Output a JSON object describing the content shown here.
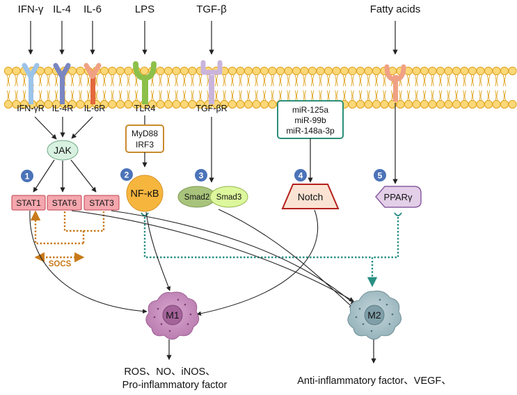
{
  "ligands": [
    "IFN-γ",
    "IL-4",
    "IL-6",
    "LPS",
    "TGF-β",
    "Fatty acids"
  ],
  "receptors": {
    "ifngr": "IFN-γR",
    "il4r": "IL-4R",
    "il6r": "IL-6R",
    "tlr4": "TLR4",
    "tgfbr": "TGF-βR"
  },
  "jak": "JAK",
  "pathway_numbers": [
    "1",
    "2",
    "3",
    "4",
    "5"
  ],
  "stats": [
    "STAT1",
    "STAT6",
    "STAT3"
  ],
  "socs": "SOCS",
  "myd88_box": {
    "line1": "MyD88",
    "line2": "IRF3"
  },
  "nfkb": "NF-κB",
  "smad": [
    "Smad2",
    "Smad3"
  ],
  "mirna": [
    "miR-125a",
    "miR-99b",
    "miR-148a-3p"
  ],
  "notch": "Notch",
  "ppar": "PPARγ",
  "m1": "M1",
  "m2": "M2",
  "m1_output": {
    "line1": "ROS、NO、iNOS、",
    "line2": "Pro-inflammatory factor"
  },
  "m2_output": "Anti-inflammatory factor、VEGF、",
  "colors": {
    "membrane_fill": "#fbd878",
    "membrane_stroke": "#e0a11c",
    "ifngr": "#9bc3ea",
    "il4r": "#7a86c2",
    "il6r": "#e4683d",
    "tlr4": "#8cc04a",
    "tgfbr": "#c9b4dc",
    "ppar_receptor": "#f0a184",
    "jak_fill": "#d8f1e0",
    "stat_fill": "#f4a7ae",
    "stat_stroke": "#c0404c",
    "myd88_stroke": "#c98a2c",
    "nfkb_fill": "#f6b63e",
    "smad2_fill": "#a8c47c",
    "smad3_fill": "#dcf79c",
    "mirna_stroke": "#2b8f77",
    "notch_fill": "#fbe3d3",
    "notch_stroke": "#b3201d",
    "ppar_fill": "#e3cfe8",
    "ppar_stroke": "#8a5da0",
    "badge": "#4b73b8",
    "socs": "#c87a1a",
    "teal": "#2a8f84",
    "m1_fill": "#c88fbf",
    "m2_fill": "#a9c2c9"
  }
}
